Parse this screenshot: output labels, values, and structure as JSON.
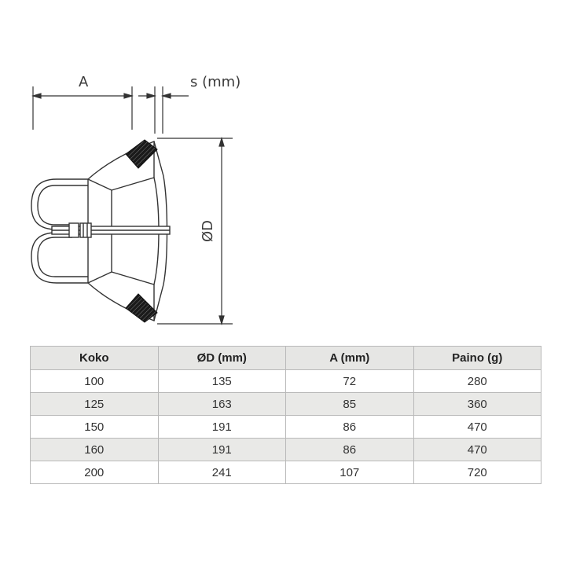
{
  "diagram": {
    "dim_a_label": "A",
    "dim_s_label": "s (mm)",
    "dim_d_label": "ØD"
  },
  "table": {
    "headers": [
      "Koko",
      "ØD (mm)",
      "A (mm)",
      "Paino (g)"
    ],
    "rows": [
      [
        "100",
        "135",
        "72",
        "280"
      ],
      [
        "125",
        "163",
        "85",
        "360"
      ],
      [
        "150",
        "191",
        "86",
        "470"
      ],
      [
        "160",
        "191",
        "86",
        "470"
      ],
      [
        "200",
        "241",
        "107",
        "720"
      ]
    ]
  }
}
